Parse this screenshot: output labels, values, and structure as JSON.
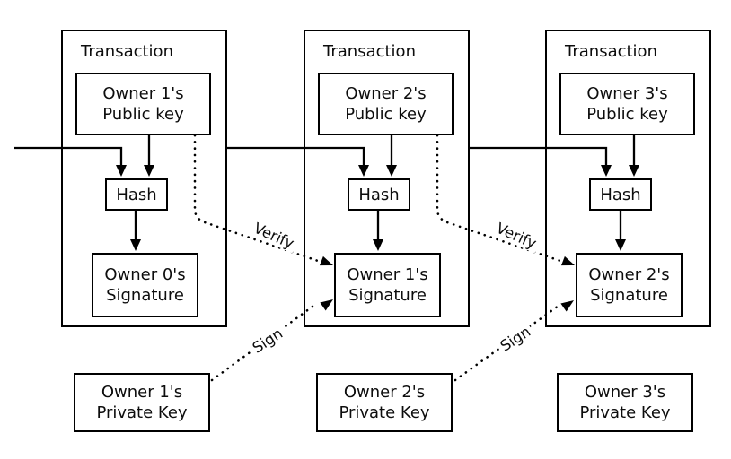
{
  "colors": {
    "ink": "#000000",
    "paper": "#ffffff"
  },
  "edge_labels": {
    "verify": "Verify",
    "sign": "Sign"
  },
  "transactions": [
    {
      "title": "Transaction",
      "pubkey_line1": "Owner 1's",
      "pubkey_line2": "Public key",
      "hash_label": "Hash",
      "sig_line1": "Owner 0's",
      "sig_line2": "Signature"
    },
    {
      "title": "Transaction",
      "pubkey_line1": "Owner 2's",
      "pubkey_line2": "Public key",
      "hash_label": "Hash",
      "sig_line1": "Owner 1's",
      "sig_line2": "Signature"
    },
    {
      "title": "Transaction",
      "pubkey_line1": "Owner 3's",
      "pubkey_line2": "Public key",
      "hash_label": "Hash",
      "sig_line1": "Owner 2's",
      "sig_line2": "Signature"
    }
  ],
  "private_keys": [
    {
      "line1": "Owner 1's",
      "line2": "Private Key"
    },
    {
      "line1": "Owner 2's",
      "line2": "Private Key"
    },
    {
      "line1": "Owner 3's",
      "line2": "Private Key"
    }
  ]
}
